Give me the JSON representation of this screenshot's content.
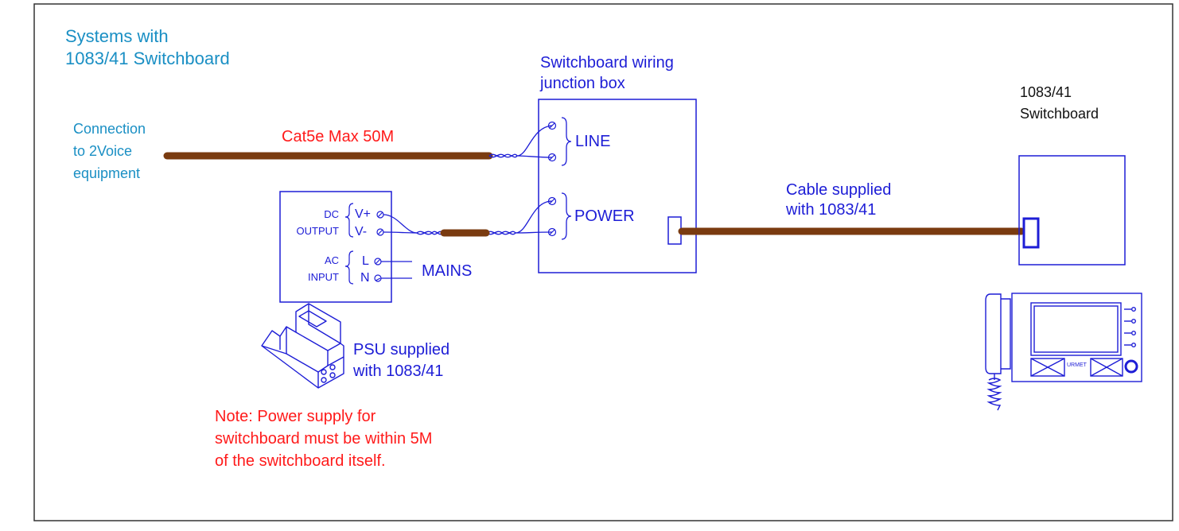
{
  "title": {
    "line1": "Systems with",
    "line2": "1083/41 Switchboard"
  },
  "connection": {
    "line1": "Connection",
    "line2": "to 2Voice",
    "line3": "equipment"
  },
  "cat5e_label": "Cat5e Max 50M",
  "junction_box": {
    "label_line1": "Switchboard wiring",
    "label_line2": "junction box",
    "line_terminal": "LINE",
    "power_terminal": "POWER"
  },
  "switchboard": {
    "label_line1": "1083/41",
    "label_line2": "Switchboard",
    "brand": "URMET"
  },
  "cable": {
    "line1": "Cable supplied",
    "line2": "with 1083/41"
  },
  "psu": {
    "dc_label": "DC",
    "output_label": "OUTPUT",
    "ac_label": "AC",
    "input_label": "INPUT",
    "v_plus": "V+",
    "v_minus": "V-",
    "l_terminal": "L",
    "n_terminal": "N",
    "mains": "MAINS",
    "supplied_line1": "PSU supplied",
    "supplied_line2": "with 1083/41"
  },
  "note": {
    "line1": "Note: Power supply for",
    "line2": "switchboard must be within 5M",
    "line3": "of the switchboard itself."
  },
  "colors": {
    "title": "#1a8fc4",
    "wiring": "#1d1dd6",
    "cable": "#7a3b10",
    "note": "#ff1a1a",
    "frame": "#333333"
  }
}
